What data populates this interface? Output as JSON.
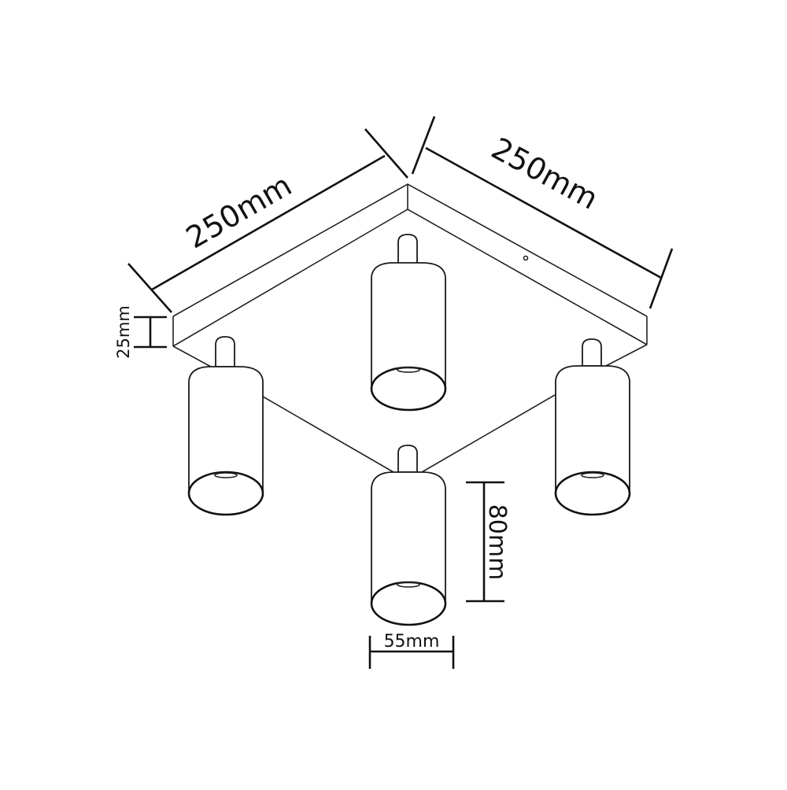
{
  "figure": {
    "type": "technical-dimension-drawing",
    "subject": "square ceiling plate with four cylindrical spotlights",
    "dimensions": {
      "plate_width_left": "250mm",
      "plate_width_right": "250mm",
      "plate_thickness": "25mm",
      "spotlight_height": "80mm",
      "spotlight_diameter": "55mm"
    },
    "spotlights": [
      {
        "position": "back"
      },
      {
        "position": "left"
      },
      {
        "position": "right"
      },
      {
        "position": "front"
      }
    ],
    "colors": {
      "line": "#111111",
      "background": "#ffffff"
    }
  }
}
